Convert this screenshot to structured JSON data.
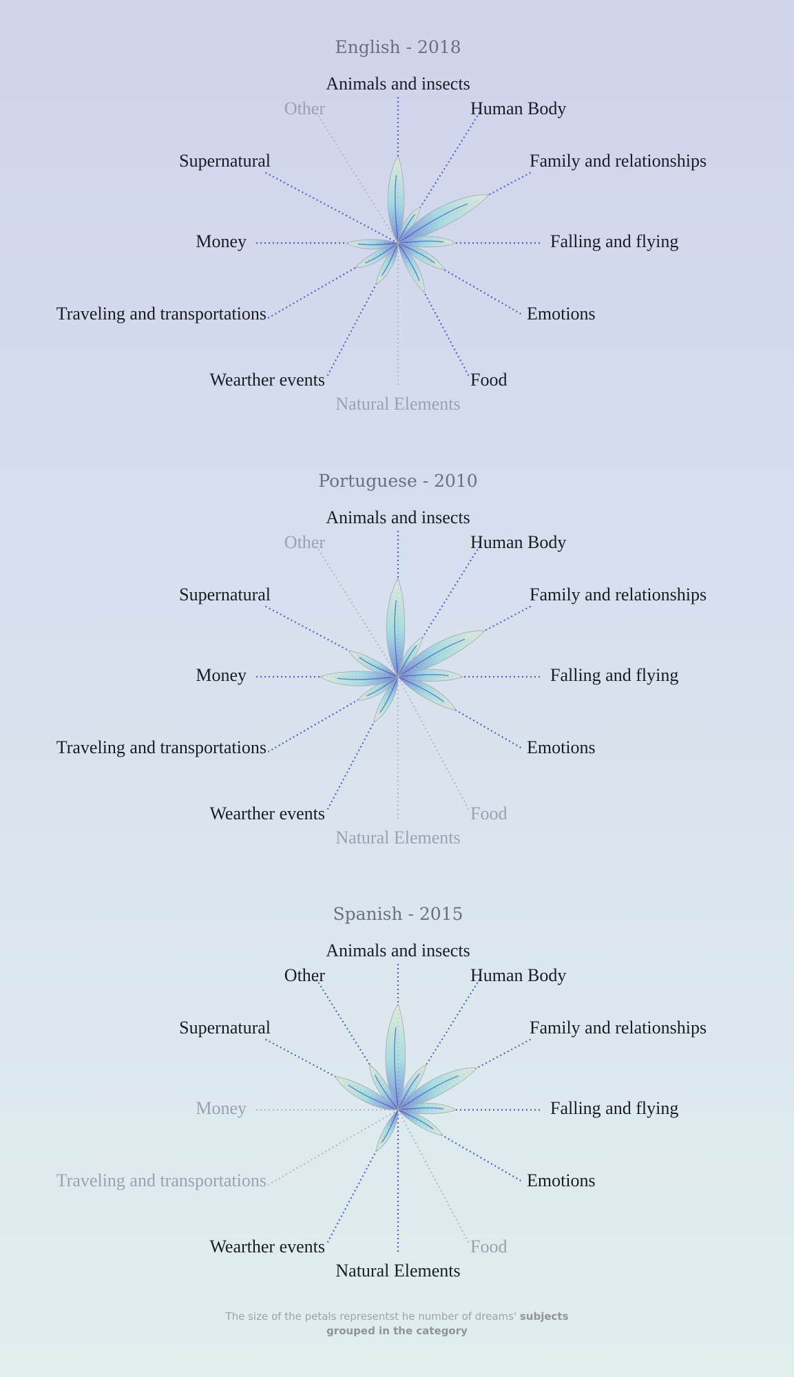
{
  "chart_data": [
    {
      "type": "radial-petal",
      "title": "English - 2018",
      "categories": [
        "Animals and insects",
        "Human Body",
        "Family and relationships",
        "Falling and flying",
        "Emotions",
        "Food",
        "Natural Elements",
        "Wearther events",
        "Traveling and transportations",
        "Money",
        "Supernatural",
        "Other"
      ],
      "values": [
        0.78,
        0.38,
        0.92,
        0.52,
        0.48,
        0.5,
        0.0,
        0.42,
        0.44,
        0.46,
        0.0,
        0.0
      ],
      "active": [
        true,
        true,
        true,
        true,
        true,
        true,
        false,
        true,
        true,
        true,
        true,
        false
      ]
    },
    {
      "type": "radial-petal",
      "title": "Portuguese - 2010",
      "categories": [
        "Animals and insects",
        "Human Body",
        "Family and relationships",
        "Falling and flying",
        "Emotions",
        "Food",
        "Natural Elements",
        "Wearther events",
        "Traveling and transportations",
        "Money",
        "Supernatural",
        "Other"
      ],
      "values": [
        0.88,
        0.42,
        0.88,
        0.58,
        0.6,
        0.0,
        0.0,
        0.46,
        0.42,
        0.7,
        0.5,
        0.0
      ],
      "active": [
        true,
        true,
        true,
        true,
        true,
        false,
        false,
        true,
        true,
        true,
        true,
        false
      ]
    },
    {
      "type": "radial-petal",
      "title": "Spanish - 2015",
      "categories": [
        "Animals and insects",
        "Human Body",
        "Family and relationships",
        "Falling and flying",
        "Emotions",
        "Food",
        "Natural Elements",
        "Wearther events",
        "Traveling and transportations",
        "Money",
        "Supernatural",
        "Other"
      ],
      "values": [
        0.95,
        0.48,
        0.8,
        0.52,
        0.46,
        0.0,
        0.0,
        0.42,
        0.0,
        0.0,
        0.64,
        0.48
      ],
      "active": [
        true,
        true,
        true,
        true,
        true,
        false,
        true,
        true,
        false,
        false,
        true,
        true
      ]
    }
  ],
  "footnote": {
    "text_pre": "The size of the petals representst he number of dreams' ",
    "text_bold_1": "subjects",
    "text_bold_2": "grouped in the category"
  },
  "colors": {
    "spoke_active": "#4c5fcb",
    "spoke_inactive": "#b3b9c3",
    "petal_tip": "#e2ecd8",
    "petal_mid": "#9fdae0",
    "petal_base": "#6e7fd6"
  }
}
